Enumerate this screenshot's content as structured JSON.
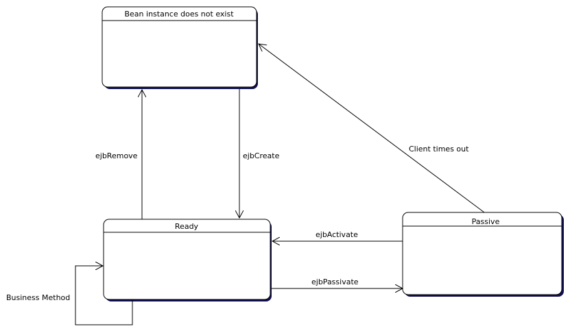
{
  "states": {
    "does_not_exist": {
      "title": "Bean instance does not exist"
    },
    "ready": {
      "title": "Ready"
    },
    "passive": {
      "title": "Passive"
    }
  },
  "transitions": {
    "ejb_remove": "ejbRemove",
    "ejb_create": "ejbCreate",
    "client_times_out": "Client times out",
    "ejb_activate": "ejbActivate",
    "ejb_passivate": "ejbPassivate",
    "business_method": "Business Method"
  },
  "colors": {
    "state_shadow": "#101050",
    "line": "#000000",
    "background": "#ffffff"
  }
}
